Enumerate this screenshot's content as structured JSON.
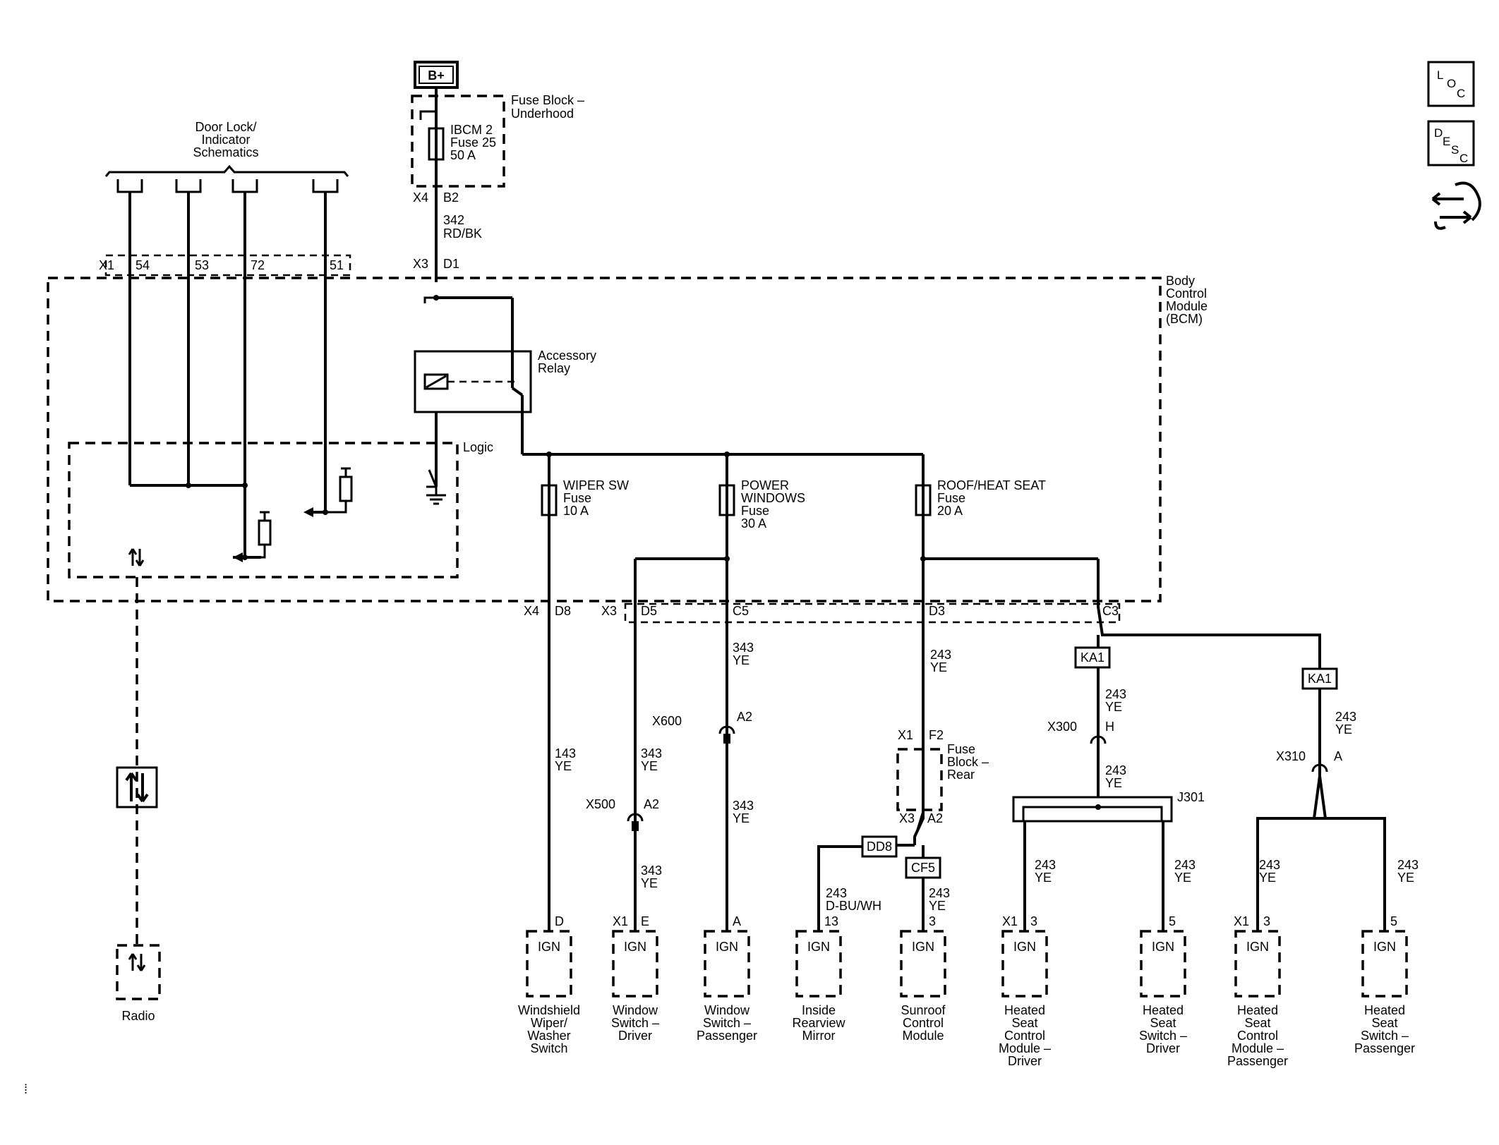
{
  "power": {
    "label": "B+"
  },
  "fuse_block_underhood": {
    "title_lines": [
      "Fuse Block –",
      "Underhood"
    ],
    "fuse_lines": [
      "IBCM 2",
      "Fuse 25",
      "50 A"
    ]
  },
  "wire_342": {
    "conn_x4": "X4",
    "pin_b2": "B2",
    "circuit": "342",
    "color": "RD/BK",
    "conn_x3": "X3",
    "pin_d1": "D1"
  },
  "door_lock": {
    "title_lines": [
      "Door Lock/",
      "Indicator",
      "Schematics"
    ],
    "connector": "X1",
    "pins": [
      "54",
      "53",
      "72",
      "51"
    ]
  },
  "bcm": {
    "label_lines": [
      "Body",
      "Control",
      "Module",
      "(BCM)"
    ],
    "logic_label": "Logic"
  },
  "relay": {
    "label_lines": [
      "Accessory",
      "Relay"
    ]
  },
  "fuses": [
    {
      "lines": [
        "WIPER SW",
        "Fuse",
        "10 A"
      ]
    },
    {
      "lines": [
        "POWER",
        "WINDOWS",
        "Fuse",
        "30 A"
      ]
    },
    {
      "lines": [
        "ROOF/HEAT SEAT",
        "Fuse",
        "20 A"
      ]
    }
  ],
  "bcm_out": {
    "x4": "X4",
    "d8": "D8",
    "x3": "X3",
    "d5": "D5",
    "c5": "C5",
    "d3": "D3",
    "c3": "C3"
  },
  "wires": {
    "w143": [
      "143",
      "YE"
    ],
    "w343_a": [
      "343",
      "YE"
    ],
    "w343_b": [
      "343",
      "YE"
    ],
    "w343_c": [
      "343",
      "YE"
    ],
    "w343_d": [
      "343",
      "YE"
    ],
    "w243_a": [
      "243",
      "YE"
    ],
    "w243_b": [
      "243",
      "YE"
    ],
    "w243_c": [
      "243",
      "YE"
    ],
    "w243_d": [
      "243",
      "YE"
    ],
    "w243_e": [
      "243",
      "D-BU/WH"
    ],
    "w243_f": [
      "243",
      "YE"
    ],
    "w243_g": [
      "243",
      "YE"
    ],
    "w243_h": [
      "243",
      "YE"
    ],
    "w243_i": [
      "243",
      "YE"
    ],
    "w243_j": [
      "243",
      "YE"
    ]
  },
  "inline": {
    "x600": "X600",
    "a2_top": "A2",
    "x500": "X500",
    "a2_mid": "A2",
    "x300": "X300",
    "h": "H",
    "x310": "X310",
    "a": "A"
  },
  "splices": {
    "ka1_left": "KA1",
    "ka1_right": "KA1",
    "j301": "J301",
    "dd8": "DD8",
    "cf5": "CF5"
  },
  "fuse_block_rear": {
    "x1": "X1",
    "f2": "F2",
    "x3": "X3",
    "a2": "A2",
    "label_lines": [
      "Fuse",
      "Block –",
      "Rear"
    ]
  },
  "pins": {
    "wiper": "D",
    "win_drv_conn": "X1",
    "win_drv": "E",
    "win_pass": "A",
    "mirror": "13",
    "sunroof": "3",
    "hscm_drv_conn": "X1",
    "hscm_drv": "3",
    "hss_drv": "5",
    "hscm_pass_conn": "X1",
    "hscm_pass": "3",
    "hss_pass": "5"
  },
  "ign_label": "IGN",
  "components": [
    [
      "Windshield",
      "Wiper/",
      "Washer",
      "Switch"
    ],
    [
      "Window",
      "Switch –",
      "Driver"
    ],
    [
      "Window",
      "Switch –",
      "Passenger"
    ],
    [
      "Inside",
      "Rearview",
      "Mirror"
    ],
    [
      "Sunroof",
      "Control",
      "Module"
    ],
    [
      "Heated",
      "Seat",
      "Control",
      "Module –",
      "Driver"
    ],
    [
      "Heated",
      "Seat",
      "Switch –",
      "Driver"
    ],
    [
      "Heated",
      "Seat",
      "Control",
      "Module –",
      "Passenger"
    ],
    [
      "Heated",
      "Seat",
      "Switch –",
      "Passenger"
    ]
  ],
  "radio": {
    "label": "Radio"
  },
  "side_icons": {
    "loc": [
      "L",
      "O",
      "C"
    ],
    "desc": [
      "D",
      "E",
      "S",
      "C"
    ],
    "nav_icon": "navigation-icon"
  }
}
